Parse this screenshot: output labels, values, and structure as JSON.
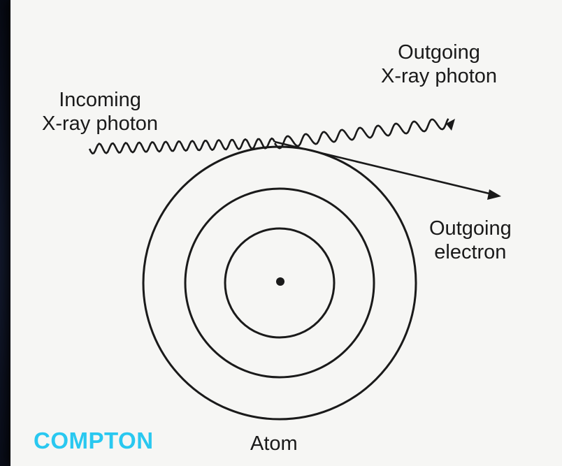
{
  "labels": {
    "incoming": {
      "line1": "Incoming",
      "line2": "X-ray photon"
    },
    "outgoing_photon": {
      "line1": "Outgoing",
      "line2": "X-ray photon"
    },
    "outgoing_electron": {
      "line1": "Outgoing",
      "line2": "electron"
    },
    "atom": "Atom"
  },
  "caption": {
    "text": "COMPTON",
    "color": "#29c8f0"
  },
  "colors": {
    "background": "#f6f6f4",
    "ink": "#1a1a1a",
    "frame": "#0d1222"
  }
}
